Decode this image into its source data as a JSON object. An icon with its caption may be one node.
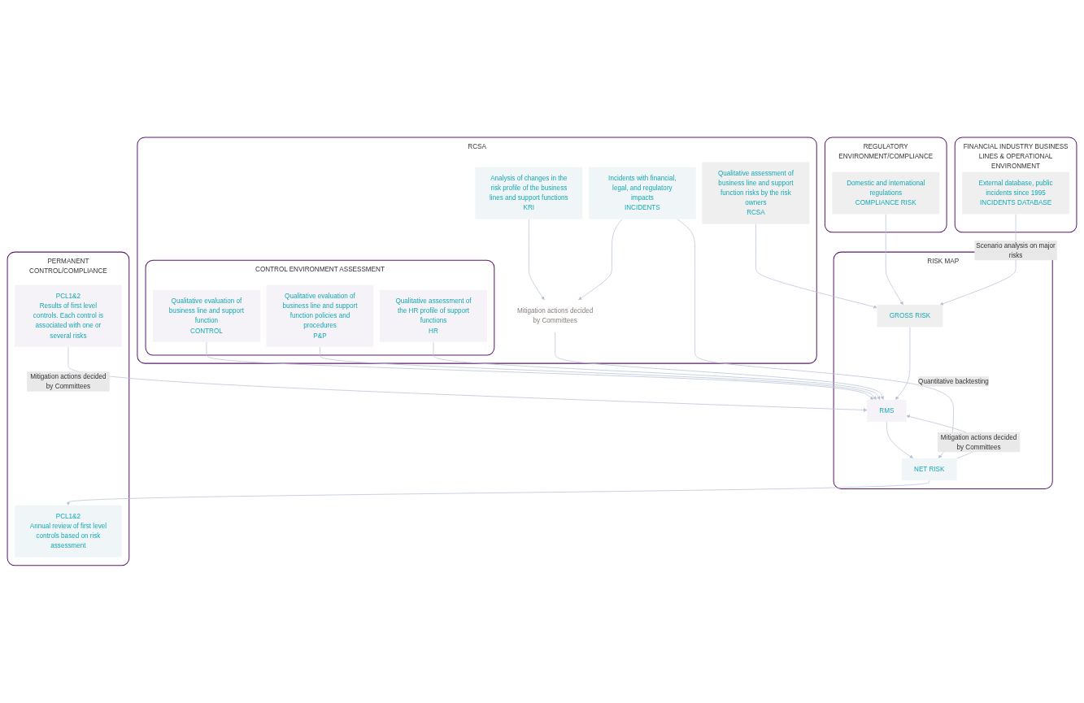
{
  "diagram": {
    "nodes": [
      {
        "text": [
          "RCSA"
        ]
      },
      {
        "text": [
          "Qualitative assessment of business line and support function risks by the risk owners",
          "RCSA"
        ],
        "in": 0
      },
      {
        "text": [
          "CONTROL ENVIRONMENT ASSESSMENT"
        ],
        "in": 0
      },
      {
        "text": [
          "Qualitative evaluation of business line and support function",
          "CONTROL"
        ],
        "in": 2
      },
      {
        "text": [
          "Qualitative evaluation of business line and support function policies and procedures",
          "P&P"
        ],
        "in": 2
      },
      {
        "text": [
          "Qualitative assessment of the HR profile of support functions",
          "HR"
        ],
        "in": 2
      },
      {
        "text": [
          "Analysis of changes in the risk profile of the business lines and support functions",
          "KRI"
        ],
        "in": 0
      },
      {
        "text": [
          "Incidents with financial, legal, and regulatory impacts",
          "INCIDENTS"
        ],
        "in": 0
      },
      {
        "text": [
          "Mitigation actions decided by Committees"
        ],
        "in": 0
      },
      {
        "text": [
          "RISK MAP"
        ]
      },
      {
        "text": [
          "GROSS RISK"
        ],
        "in": 9
      },
      {
        "text": [
          "RMS"
        ],
        "in": 9
      },
      {
        "text": [
          "NET RISK"
        ],
        "in": 9
      },
      {
        "text": [
          "REGULATORY ENVIRONMENT/COMPLIANCE"
        ]
      },
      {
        "text": [
          "Domestic and international regulations",
          "COMPLIANCE RISK"
        ],
        "in": 13
      },
      {
        "text": [
          "FINANCIAL INDUSTRY BUSINESS LINES & OPERATIONAL ENVIRONMENT"
        ]
      },
      {
        "text": [
          "External database, public incidents since 1995",
          "INCIDENTS DATABASE"
        ],
        "in": 15
      },
      {
        "text": [
          "PERMANENT CONTROL/COMPLIANCE"
        ]
      },
      {
        "text": [
          "PCL1&2",
          "Annual review of first level controls based on risk assessment"
        ],
        "in": 17
      },
      {
        "text": [
          "PCL1&2",
          "Results of first level controls. Each control is associated with one or several risks"
        ],
        "in": 17
      }
    ],
    "edges": [
      {
        "from": 1,
        "to": 10,
        "arrow": "to"
      },
      {
        "from": 3,
        "to": 11,
        "arrow": "to"
      },
      {
        "from": 4,
        "to": 11,
        "arrow": "to"
      },
      {
        "from": 5,
        "to": 11,
        "arrow": "to"
      },
      {
        "from": 6,
        "to": 8,
        "arrow": "to"
      },
      {
        "from": 7,
        "to": 8,
        "arrow": "to"
      },
      {
        "from": 8,
        "to": 11,
        "arrow": "to"
      },
      {
        "from": 10,
        "to": 11,
        "arrow": "to"
      },
      {
        "from": 11,
        "to": 12,
        "arrow": "to"
      },
      {
        "from": 7,
        "to": 12,
        "arrow": "to",
        "label": "Quantitative backtesting"
      },
      {
        "from": 14,
        "to": 10,
        "arrow": "to"
      },
      {
        "from": 16,
        "to": 10,
        "arrow": "to",
        "label": "Scenario analysis on major risks"
      },
      {
        "from": 12,
        "to": 11,
        "arrow": "to",
        "label": "Mitigation actions decided by Committees"
      },
      {
        "from": 12,
        "to": 18,
        "arrow": "to"
      },
      {
        "from": 19,
        "to": 11,
        "arrow": "to",
        "label": "Mitigation actions decided by Committees"
      }
    ]
  }
}
